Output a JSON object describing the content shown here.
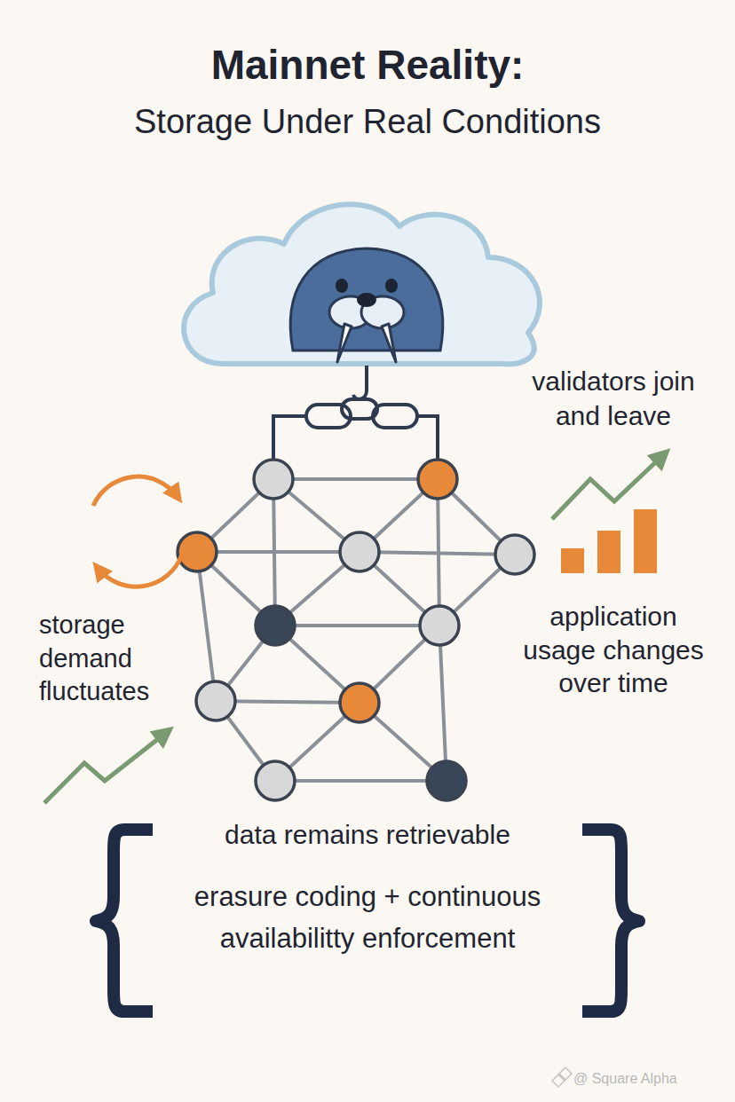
{
  "diagram": {
    "title": "Mainnet Reality:",
    "labels": [
      "Storage Under Real Conditions",
      "validators join and leave",
      "application usage changes over time",
      "storage demand fluctuates",
      "data remains retrievable",
      "erasure coding + continuous availabilitty enforcement",
      "@ Square Alpha"
    ]
  }
}
